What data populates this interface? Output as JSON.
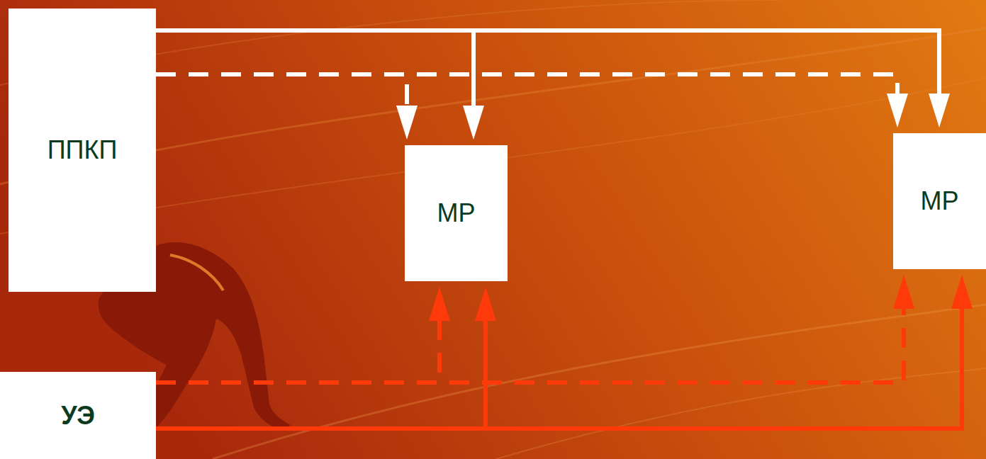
{
  "diagram": {
    "nodes": [
      {
        "text": [
          "ППКП"
        ]
      },
      {
        "text": [
          "МР"
        ]
      },
      {
        "text": [
          "МР"
        ]
      },
      {
        "text": [
          "УЭ"
        ]
      }
    ],
    "edges": [
      {
        "from": 0,
        "to": 1,
        "arrow": "to"
      },
      {
        "from": 0,
        "to": 2,
        "arrow": "to"
      },
      {
        "from": 0,
        "to": 1,
        "arrow": "to"
      },
      {
        "from": 0,
        "to": 2,
        "arrow": "to"
      },
      {
        "from": 3,
        "to": 1,
        "arrow": "to"
      },
      {
        "from": 3,
        "to": 2,
        "arrow": "to"
      },
      {
        "from": 3,
        "to": 1,
        "arrow": "to"
      },
      {
        "from": 3,
        "to": 2,
        "arrow": "to"
      }
    ]
  }
}
